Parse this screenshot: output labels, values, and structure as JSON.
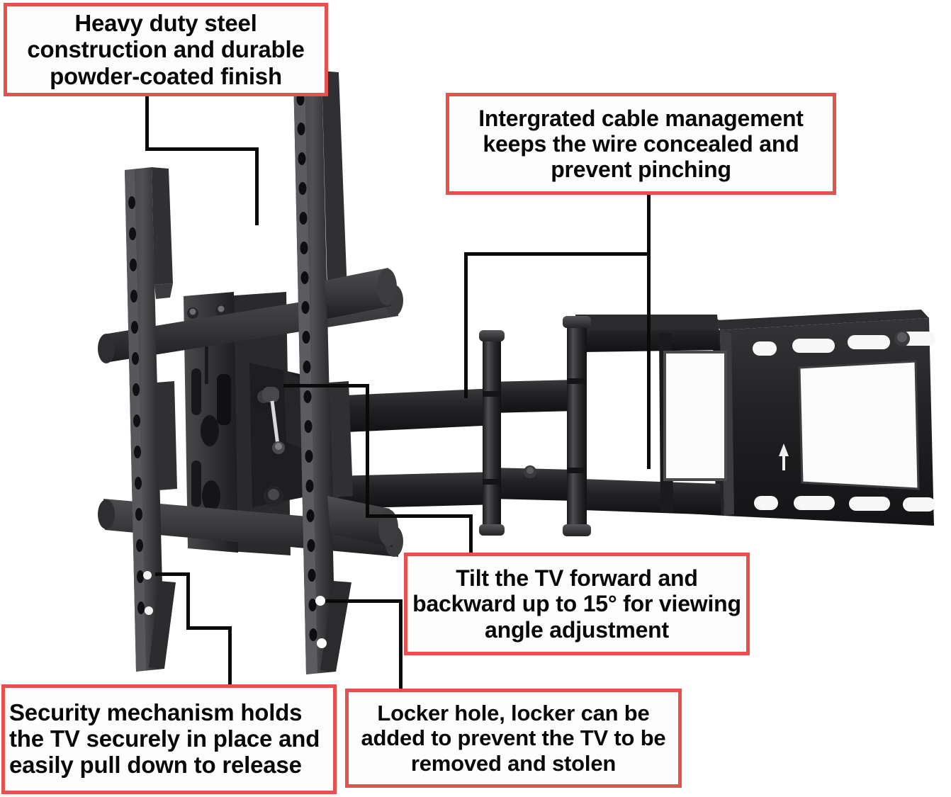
{
  "page": {
    "type": "product-infographic",
    "subject": "Full motion articulating TV wall mount bracket",
    "background_color": "#ffffff",
    "callout_border_color": "#e8504e",
    "leader_line_color": "#0a0a0a",
    "product_color": "#2b2b2b"
  },
  "callouts": [
    {
      "id": "steel",
      "position": "top-left",
      "lines": [
        "Heavy duty steel",
        "construction and durable",
        "powder-coated finish"
      ],
      "text": "Heavy duty steel construction and durable powder-coated finish",
      "align": "center"
    },
    {
      "id": "cable",
      "position": "top-right",
      "lines": [
        "Intergrated cable management",
        "keeps the wire concealed",
        "and prevent pinching"
      ],
      "text": "Intergrated cable management keeps the wire concealed and prevent pinching",
      "align": "center"
    },
    {
      "id": "tilt",
      "position": "bottom-center-right",
      "lines": [
        "Tilt the TV forward and",
        "backward up to 15° for",
        "viewing angle adjustment"
      ],
      "text": "Tilt the TV forward and backward up to 15° for viewing angle adjustment",
      "align": "center"
    },
    {
      "id": "security",
      "position": "bottom-left",
      "lines": [
        "Security mechanism",
        "holds the TV securely",
        "in place and easily pull",
        "down to release"
      ],
      "text": "Security mechanism holds the TV securely in place and easily pull down to release",
      "align": "left"
    },
    {
      "id": "locker",
      "position": "bottom-center",
      "lines": [
        "Locker hole, locker can be",
        "added to prevent the TV",
        "to be removed and stolen"
      ],
      "text": "Locker hole, locker can be added to prevent the TV to be removed and stolen",
      "align": "center"
    }
  ],
  "product_parts": [
    {
      "name": "tv-mounting-rail-left",
      "label": "Vertical TV mounting rail (left)"
    },
    {
      "name": "tv-mounting-rail-right",
      "label": "Vertical TV mounting rail (right)"
    },
    {
      "name": "crossbar-upper",
      "label": "Upper horizontal crossbar"
    },
    {
      "name": "crossbar-lower",
      "label": "Lower horizontal crossbar"
    },
    {
      "name": "tilt-mechanism",
      "label": "Tilt lock mechanism plate"
    },
    {
      "name": "articulating-arm",
      "label": "Articulating extension arm"
    },
    {
      "name": "pivot-hinge-inner",
      "label": "Inner pivot hinge"
    },
    {
      "name": "pivot-hinge-outer",
      "label": "Outer pivot hinge"
    },
    {
      "name": "cable-management-channel",
      "label": "Integrated cable management channel"
    },
    {
      "name": "wall-plate",
      "label": "Wall mounting plate with slotted holes"
    },
    {
      "name": "locker-hole",
      "label": "Locker hole on rail"
    }
  ]
}
